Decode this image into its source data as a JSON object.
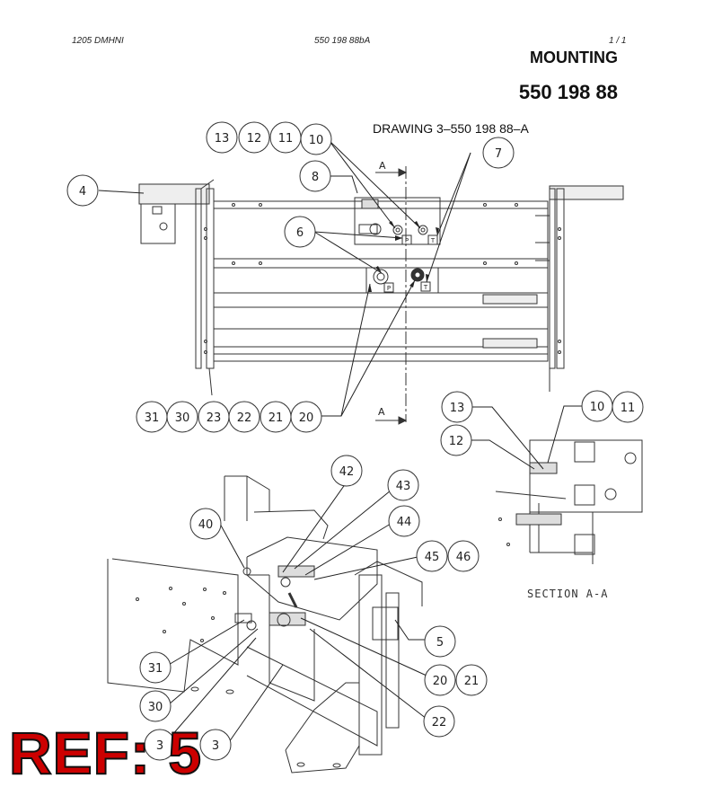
{
  "header": {
    "left": "1205 DMHNI",
    "center": "550 198 88bA",
    "right": "1 /  1"
  },
  "title": "MOUNTING",
  "part_number": "550 198 88",
  "drawing_title": "DRAWING 3–550 198 88–A",
  "section_label": "SECTION A-A",
  "section_mark": "A",
  "port_labels": {
    "pressure": "P",
    "tank": "T"
  },
  "callouts": {
    "c4": "4",
    "c8": "8",
    "c7": "7",
    "c6": "6",
    "c13": "13",
    "c12": "12",
    "c11": "11",
    "c10": "10",
    "c31": "31",
    "c30": "30",
    "c23": "23",
    "c22": "22",
    "c21": "21",
    "c20": "20",
    "s13": "13",
    "s12": "12",
    "s10": "10",
    "s11": "11",
    "b42": "42",
    "b43": "43",
    "b40": "40",
    "b44": "44",
    "b45": "45",
    "b46": "46",
    "b5": "5",
    "b31": "31",
    "b20": "20",
    "b21": "21",
    "b30": "30",
    "b22": "22",
    "b3a": "3",
    "b3b": "3"
  },
  "ref_label": "REF: 5"
}
